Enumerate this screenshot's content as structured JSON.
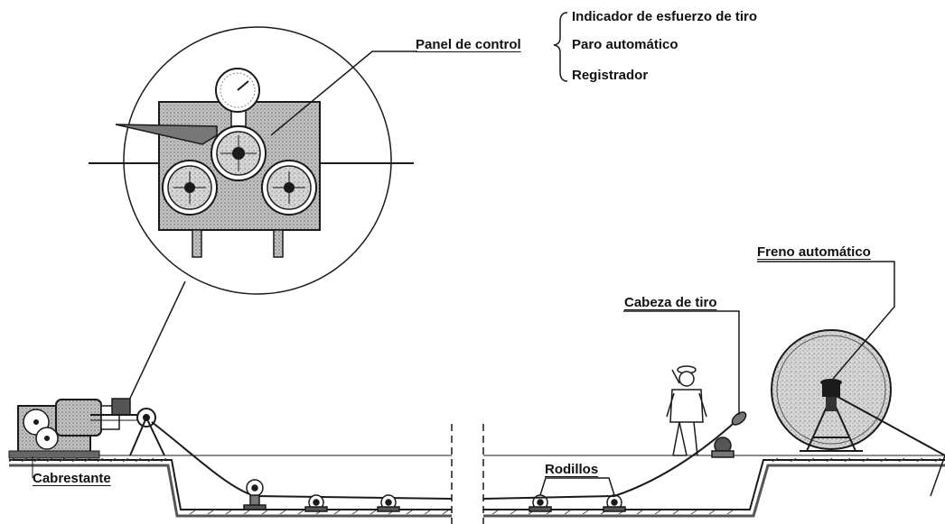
{
  "labels": {
    "panel_control": "Panel de control",
    "indicador": "Indicador de esfuerzo de tiro",
    "paro": "Paro automático",
    "registrador": "Registrador",
    "freno": "Freno automático",
    "cabeza": "Cabeza de tiro",
    "rodillos": "Rodillos",
    "cabrestante": "Cabrestante"
  },
  "colors": {
    "ink": "#1a1a1a",
    "stipple": "#9a9a9a",
    "panel_fill": "#8c8c8c",
    "reel_fill": "#b3b3b3",
    "winch_fill": "#7a7a7a"
  }
}
